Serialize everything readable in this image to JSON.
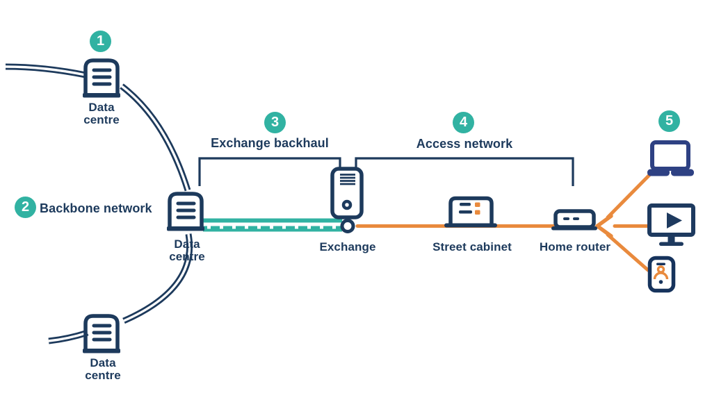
{
  "palette": {
    "navy": "#1d3a5c",
    "teal": "#31b2a2",
    "orange": "#e98a3d",
    "laptop_blue": "#2e4183",
    "background": "#ffffff"
  },
  "badges": {
    "data_centres": "1",
    "backbone": "2",
    "backhaul": "3",
    "access": "4",
    "devices": "5"
  },
  "labels": {
    "backbone_network": "Backbone network",
    "exchange_backhaul": "Exchange backhaul",
    "access_network": "Access network",
    "data_centre": "Data\ncentre",
    "exchange": "Exchange",
    "street_cabinet": "Street cabinet",
    "home_router": "Home router"
  },
  "icons": {
    "data_centre": "server-cabinet-icon",
    "exchange": "exchange-tower-icon",
    "street_cabinet": "street-cabinet-icon",
    "home_router": "router-icon",
    "laptop": "laptop-icon",
    "tv": "tv-play-icon",
    "phone": "phone-video-call-icon",
    "junction": "junction-node-icon",
    "arrow": "arrow-left-icon"
  },
  "links": {
    "backbone": "double-solid-navy-curves",
    "exchange_backhaul": "teal-fibre-line",
    "access_network": "orange-dashed-line"
  }
}
